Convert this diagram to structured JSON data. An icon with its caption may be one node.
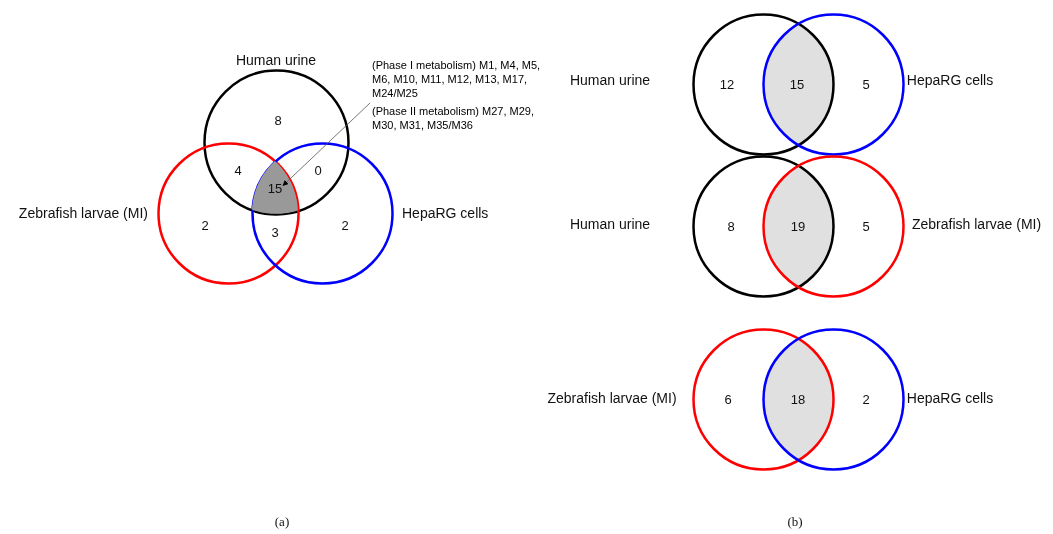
{
  "diagram": {
    "nodes": [
      {
        "text": [
          "(Phase I metabolism) M1, M4, M5, M6, M10, M11, M12, M13, M17, M24/M25",
          "(Phase II metabolism) M27, M29, M30, M31, M35/M36"
        ]
      },
      {
        "text": [],
        "shape": "circle",
        "beside": [
          "Human urine"
        ]
      },
      {
        "text": [],
        "shape": "circle",
        "beside": [
          "Zebrafish larvae (MI)"
        ]
      },
      {
        "text": [],
        "shape": "circle",
        "beside": [
          "HepaRG cells"
        ]
      },
      {
        "text": [
          "15"
        ]
      },
      {
        "text": [],
        "shape": "circle",
        "beside": [
          "Human urine"
        ]
      },
      {
        "text": [],
        "shape": "circle",
        "beside": [
          "HepaRG cells"
        ]
      },
      {
        "text": [],
        "shape": "circle",
        "beside": [
          "Human urine"
        ]
      },
      {
        "text": [],
        "shape": "circle",
        "beside": [
          "Zebrafish larvae (MI)"
        ]
      },
      {
        "text": [],
        "shape": "circle",
        "beside": [
          "Zebrafish larvae (MI)"
        ]
      },
      {
        "text": [],
        "shape": "circle",
        "beside": [
          "HepaRG cells"
        ]
      }
    ],
    "edges": [
      {
        "from": 0,
        "to": 4,
        "arrow": "to"
      }
    ],
    "labels": [
      "8",
      "4",
      "0",
      "2",
      "3",
      "2",
      "(a)",
      "12",
      "15",
      "5",
      "8",
      "19",
      "5",
      "6",
      "18",
      "2",
      "(b)"
    ]
  }
}
